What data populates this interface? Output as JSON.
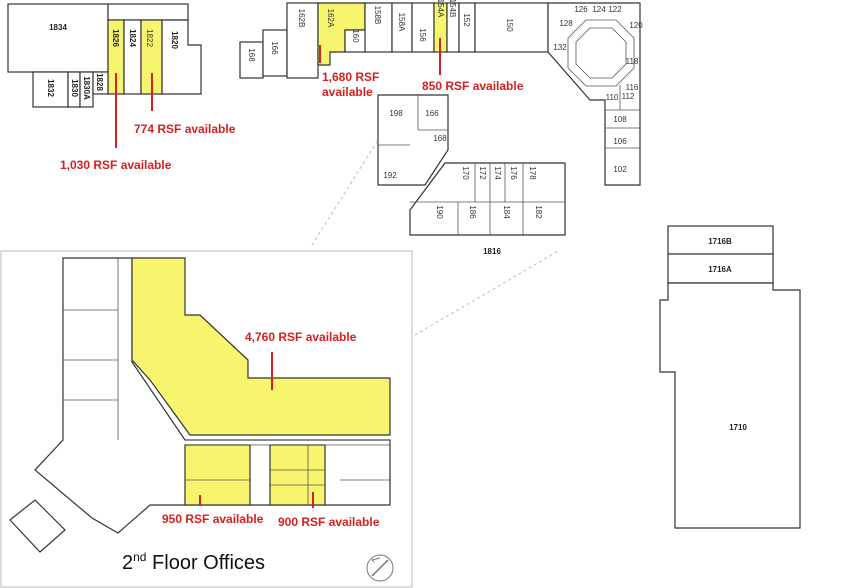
{
  "colors": {
    "available": "#f7f56e",
    "annotation": "#d42020"
  },
  "building_1800": {
    "rooms": [
      "1834",
      "1826",
      "1824",
      "1822",
      "1820",
      "1832",
      "1830",
      "1830A",
      "1828"
    ],
    "available": [
      {
        "suite": "1826",
        "label": "1,030 RSF available"
      },
      {
        "suite": "1822",
        "label": "774 RSF available"
      }
    ]
  },
  "building_1816": {
    "label": "1816",
    "rooms": [
      "168",
      "166",
      "162B",
      "162A",
      "160",
      "158B",
      "158A",
      "156",
      "154A",
      "154B",
      "152",
      "150",
      "132",
      "128",
      "126",
      "124",
      "122",
      "120",
      "118",
      "116",
      "112",
      "110",
      "108",
      "106",
      "102",
      "198",
      "166",
      "168",
      "192",
      "170",
      "172",
      "174",
      "176",
      "178",
      "190",
      "186",
      "184",
      "182"
    ],
    "available": [
      {
        "suite": "162A",
        "label_line1": "1,680 RSF",
        "label_line2": "available"
      },
      {
        "suite": "154A",
        "label": "850 RSF available"
      }
    ]
  },
  "building_1710": {
    "rooms": [
      "1716B",
      "1716A",
      "1710"
    ]
  },
  "second_floor": {
    "title_main": "2",
    "title_sup": "nd",
    "title_rest": " Floor Offices",
    "available": [
      {
        "label": "4,760 RSF available"
      },
      {
        "label": "950 RSF available"
      },
      {
        "label": "900 RSF available"
      }
    ],
    "compass_icon": "north-arrow-icon"
  }
}
